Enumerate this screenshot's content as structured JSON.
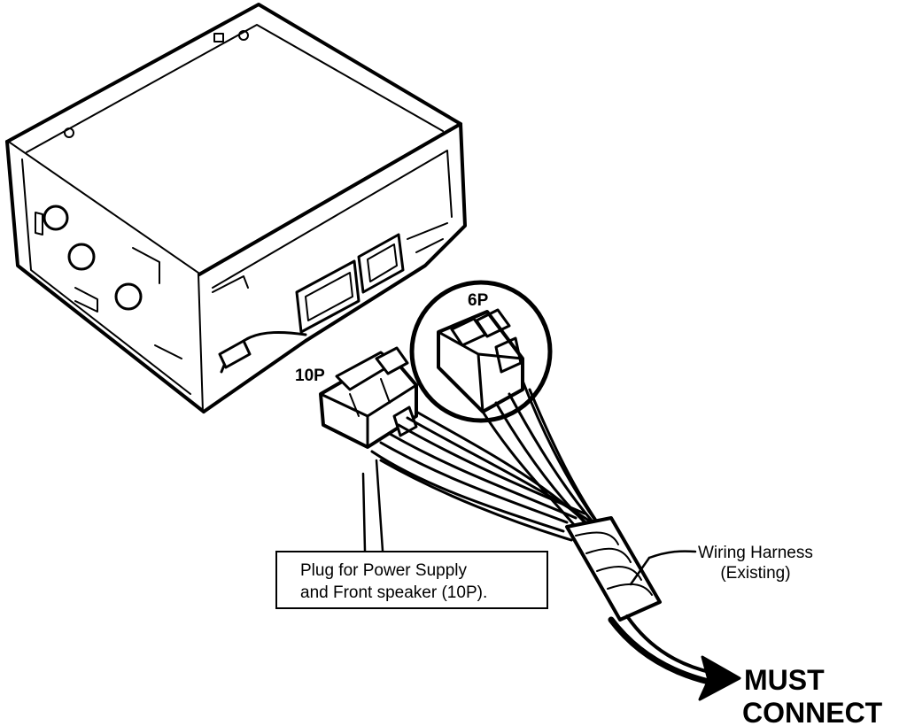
{
  "labels": {
    "connector_10p": "10P",
    "connector_6p": "6P",
    "harness_line1": "Wiring Harness",
    "harness_line2": "(Existing)",
    "plug_line1": "Plug for Power Supply",
    "plug_line2": "and Front speaker (10P).",
    "must_line1": "MUST",
    "must_line2": "CONNECT"
  },
  "colors": {
    "ink": "#000000",
    "paper": "#ffffff"
  }
}
